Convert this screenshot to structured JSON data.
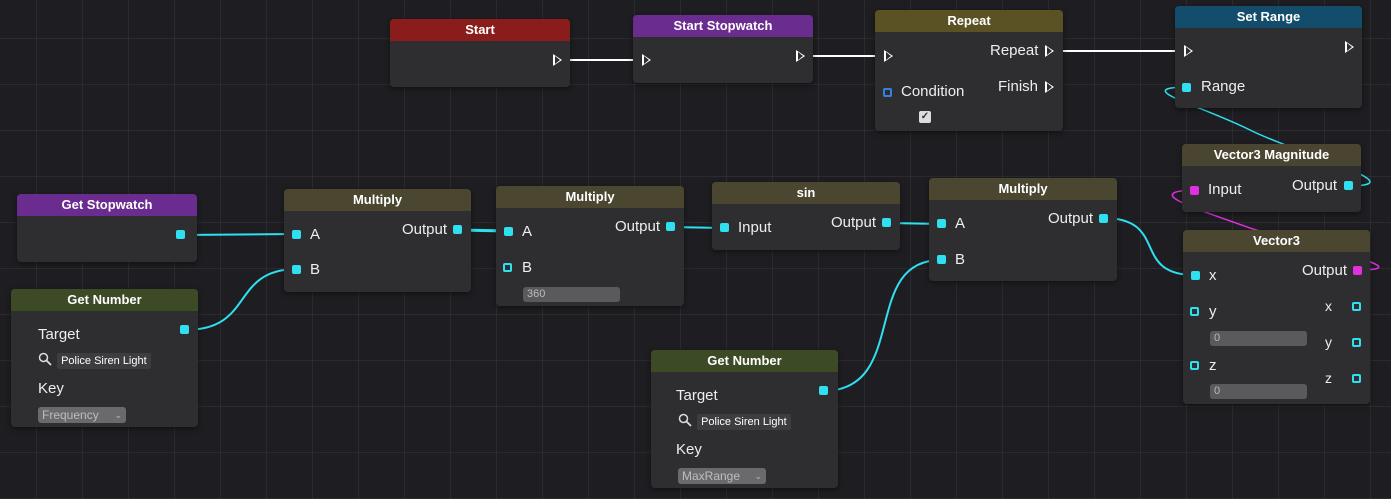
{
  "nodes": {
    "start": {
      "title": "Start"
    },
    "start_stopwatch": {
      "title": "Start Stopwatch"
    },
    "repeat": {
      "title": "Repeat",
      "repeat_label": "Repeat",
      "finish_label": "Finish",
      "condition_label": "Condition",
      "condition_checked": "✓"
    },
    "set_range": {
      "title": "Set Range",
      "range_label": "Range"
    },
    "get_stopwatch": {
      "title": "Get Stopwatch"
    },
    "multiply1": {
      "title": "Multiply",
      "a_label": "A",
      "b_label": "B",
      "output_label": "Output"
    },
    "multiply2": {
      "title": "Multiply",
      "a_label": "A",
      "b_label": "B",
      "output_label": "Output",
      "b_value": "360"
    },
    "sin": {
      "title": "sin",
      "input_label": "Input",
      "output_label": "Output"
    },
    "multiply3": {
      "title": "Multiply",
      "a_label": "A",
      "b_label": "B",
      "output_label": "Output"
    },
    "vector3_magnitude": {
      "title": "Vector3 Magnitude",
      "input_label": "Input",
      "output_label": "Output"
    },
    "vector3": {
      "title": "Vector3",
      "x_label": "x",
      "y_label": "y",
      "z_label": "z",
      "output_label": "Output",
      "out_x": "x",
      "out_y": "y",
      "out_z": "z",
      "y_value": "0",
      "z_value": "0"
    },
    "get_number1": {
      "title": "Get Number",
      "target_label": "Target",
      "target_value": "Police Siren Light",
      "key_label": "Key",
      "key_value": "Frequency"
    },
    "get_number2": {
      "title": "Get Number",
      "target_label": "Target",
      "target_value": "Police Siren Light",
      "key_label": "Key",
      "key_value": "MaxRange"
    }
  },
  "colors": {
    "flow_wire": "#ffffff",
    "number_wire": "#2ee0f0",
    "vector_wire": "#e030e0",
    "header_red": "#8b1c1c",
    "header_purple": "#6a2c8e",
    "header_olive": "#5a5124",
    "header_teal": "#134d6b"
  }
}
